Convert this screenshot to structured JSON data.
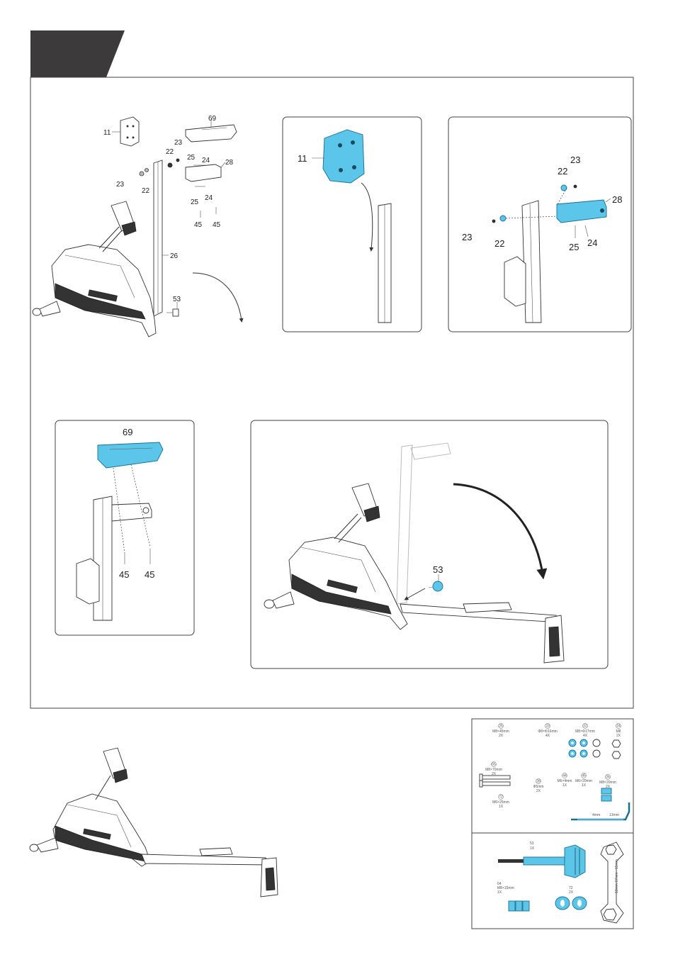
{
  "colors": {
    "header_tab": "#3d3a3b",
    "highlight": "#5bc6ea",
    "line": "#333333"
  },
  "overview": {
    "labels": {
      "p11": "11",
      "p69": "69",
      "p23a": "23",
      "p22a": "22",
      "p25a": "25",
      "p24a": "24",
      "p28": "28",
      "p23b": "23",
      "p22b": "22",
      "p25b": "25",
      "p24b": "24",
      "p45a": "45",
      "p45b": "45",
      "p26": "26",
      "p53": "53"
    }
  },
  "detail_a": {
    "labels": {
      "p11": "11"
    }
  },
  "detail_b": {
    "labels": {
      "p23a": "23",
      "p22a": "22",
      "p28": "28",
      "p23b": "23",
      "p22b": "22",
      "p25": "25",
      "p24": "24"
    }
  },
  "detail_c": {
    "labels": {
      "p69": "69",
      "p45a": "45",
      "p45b": "45"
    }
  },
  "detail_d": {
    "labels": {
      "p53": "53"
    }
  },
  "hardware": {
    "items": [
      {
        "num": "25",
        "spec": "M8×45mm",
        "qty": "2X"
      },
      {
        "num": "23",
        "spec": "Φ8×Φ16mm",
        "qty": "4X"
      },
      {
        "num": "22",
        "spec": "M8×Φ17mm",
        "qty": "4X"
      },
      {
        "num": "24",
        "spec": "M8",
        "qty": "2X"
      },
      {
        "num": "65",
        "spec": "M8×70mm",
        "qty": "2X"
      },
      {
        "num": "28",
        "spec": "Φ5mm",
        "qty": "2X"
      },
      {
        "num": "44",
        "spec": "M6×4mm",
        "qty": "1X"
      },
      {
        "num": "45",
        "spec": "M6×20mm",
        "qty": "1X"
      },
      {
        "num": "26",
        "spec": "M8×20mm",
        "qty": "2X"
      },
      {
        "num": "72",
        "spec": "M6×25mm",
        "qty": "1X"
      }
    ],
    "tool_labels": {
      "hex_a": "4mm",
      "hex_b": "13mm"
    },
    "lower": {
      "knob": {
        "num": "53",
        "qty": "1X"
      },
      "bolt": {
        "num": "64",
        "spec": "M8×15mm",
        "qty": "1X"
      },
      "washer": {
        "num": "72",
        "qty": "2X"
      },
      "wrench": "13mm·17mm · 15mm"
    }
  }
}
